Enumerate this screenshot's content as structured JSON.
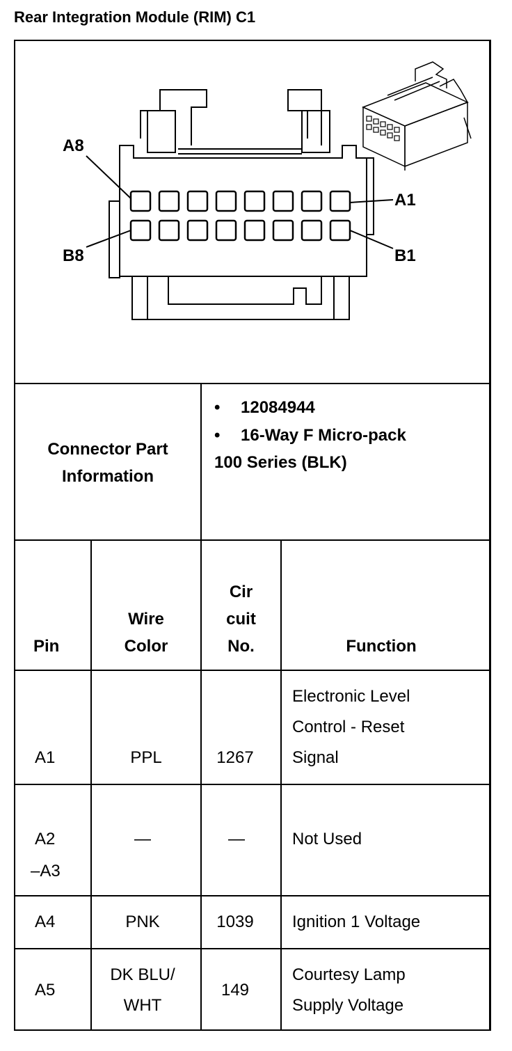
{
  "title": "Rear Integration Module (RIM) C1",
  "diagram": {
    "labels": {
      "a8": "A8",
      "a1": "A1",
      "b8": "B8",
      "b1": "B1"
    }
  },
  "part_info": {
    "label_line1": "Connector Part",
    "label_line2": "Information",
    "bullet": "•",
    "part_number": "12084944",
    "description_line1": "16-Way F Micro-pack",
    "description_line2": "100 Series (BLK)"
  },
  "table": {
    "headers": {
      "pin": "Pin",
      "wire_color_line1": "Wire",
      "wire_color_line2": "Color",
      "circuit_line1": "Cir",
      "circuit_line2": "cuit",
      "circuit_line3": "No.",
      "function": "Function"
    },
    "rows": [
      {
        "pin_line1": "A1",
        "pin_line2": "",
        "wire_line1": "PPL",
        "wire_line2": "",
        "circuit": "1267",
        "function_line1": "Electronic Level",
        "function_line2": "Control - Reset",
        "function_line3": "Signal"
      },
      {
        "pin_line1": "A2",
        "pin_line2": "–A3",
        "wire_line1": "—",
        "wire_line2": "",
        "circuit": "—",
        "function_line1": "Not Used",
        "function_line2": "",
        "function_line3": ""
      },
      {
        "pin_line1": "A4",
        "pin_line2": "",
        "wire_line1": "PNK",
        "wire_line2": "",
        "circuit": "1039",
        "function_line1": "Ignition 1 Voltage",
        "function_line2": "",
        "function_line3": ""
      },
      {
        "pin_line1": "A5",
        "pin_line2": "",
        "wire_line1": "DK BLU/",
        "wire_line2": "WHT",
        "circuit": "149",
        "function_line1": "Courtesy Lamp",
        "function_line2": "Supply Voltage",
        "function_line3": ""
      }
    ]
  }
}
